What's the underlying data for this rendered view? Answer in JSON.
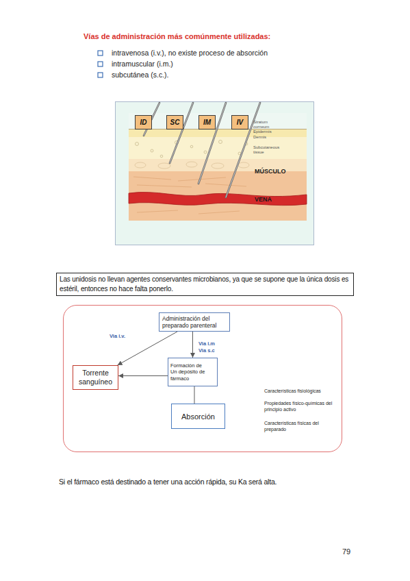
{
  "diagram": {
    "title": "Vías de administración más comúnmente utilizadas:",
    "nodes": [
      {
        "text": [
          "ID"
        ]
      },
      {
        "text": [
          "SC"
        ]
      },
      {
        "text": [
          "IM"
        ]
      },
      {
        "text": [
          "IV"
        ]
      },
      {
        "text": [
          "Las unidosis no llevan agentes conservantes microbianos, ya que se supone que la única dosis es estéril, entonces no hace falta ponerlo."
        ]
      },
      {
        "text": []
      },
      {
        "text": [
          "Administración del preparado parenteral"
        ],
        "in": 5
      },
      {
        "text": [
          "Formación de Un depósito de fármaco"
        ],
        "in": 5
      },
      {
        "text": [
          "Torrente sanguíneo"
        ],
        "in": 5
      },
      {
        "text": [
          "Absorción"
        ],
        "in": 5
      }
    ],
    "edges": [
      {
        "from": 6,
        "to": 8,
        "arrow": "to",
        "label": "Via i.v."
      },
      {
        "from": 6,
        "to": 7,
        "arrow": "to",
        "label": "Via i.m Via s.c"
      },
      {
        "from": 7,
        "to": 8,
        "arrow": "to"
      },
      {
        "from": 7,
        "to": 9,
        "arrow": "none"
      }
    ],
    "labels": [
      "intravenosa (i.v.), no existe proceso de absorción",
      "intramuscular (i.m.)",
      "subcutánea (s.c.).",
      "Stratum corneum",
      "Epidermis",
      "Dermis",
      "Subcutaneous tissue",
      "MÚSCULO",
      "VENA",
      "Características fisiológicas",
      "Propiedades físico-químicas del principio activo",
      "Características físicas del preparado",
      "Si el fármaco está destinado a tener una acción rápida, su Ka será alta.",
      "79"
    ]
  }
}
